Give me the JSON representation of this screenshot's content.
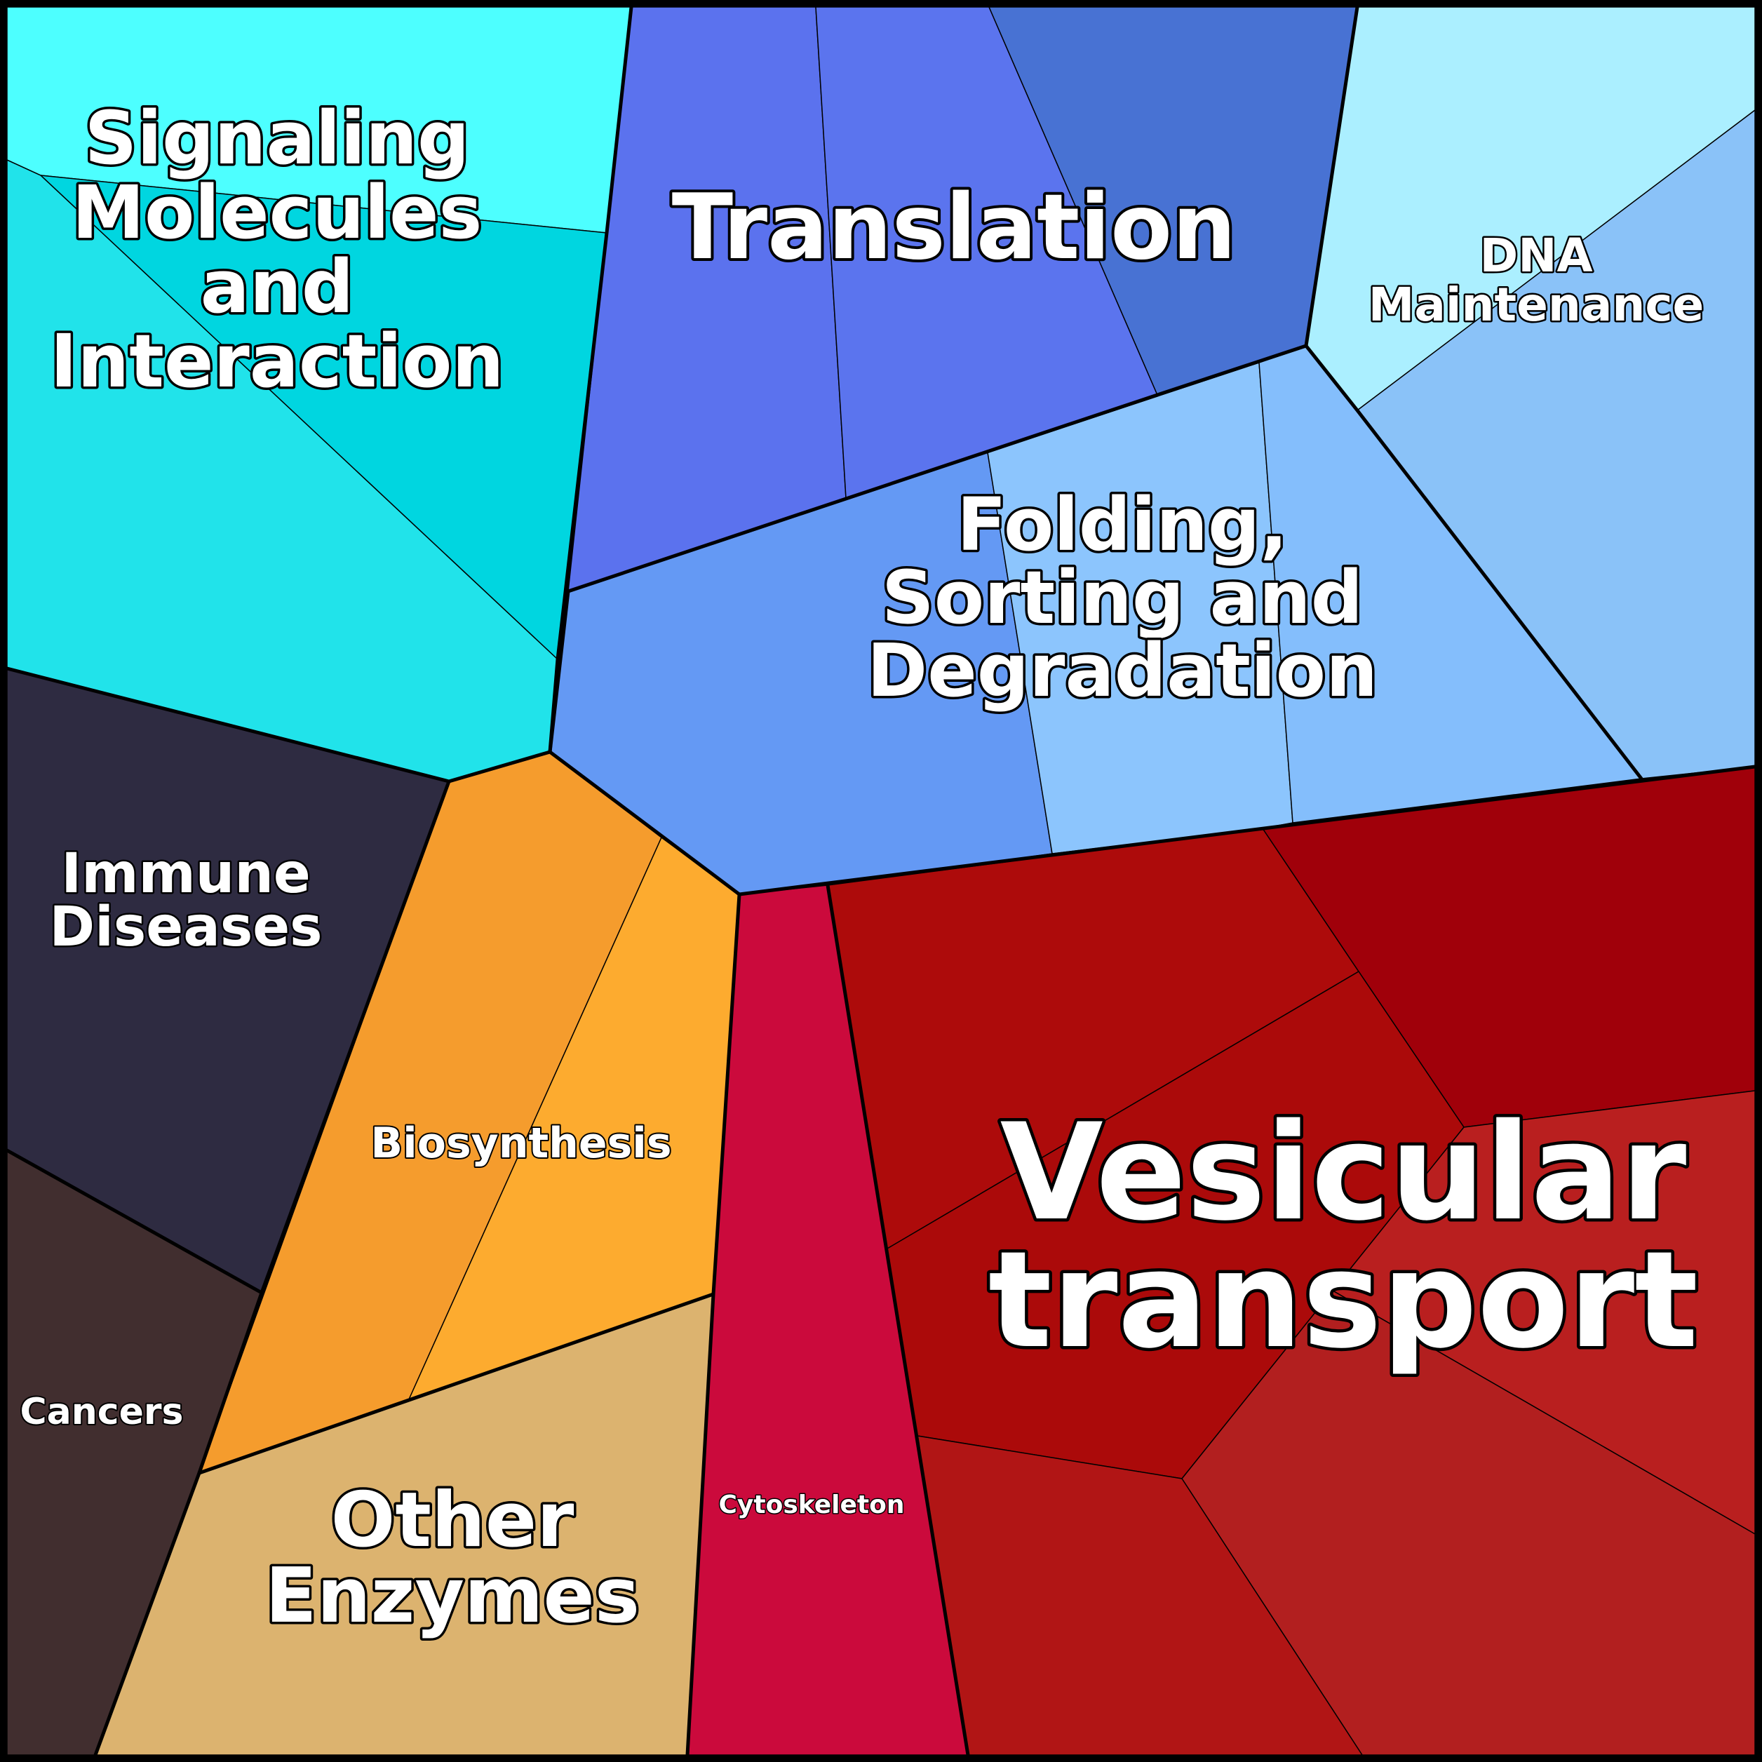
{
  "diagram": {
    "type": "voronoi-treemap",
    "background": "#000000",
    "categories": [
      {
        "key": "signaling",
        "name": "Signaling Molecules and Interaction",
        "lines": [
          "Signaling",
          "Molecules",
          "and",
          "Interaction"
        ],
        "colors": [
          "#4dffff",
          "#00d6e0",
          "#21e3ea"
        ]
      },
      {
        "key": "translation",
        "name": "Translation",
        "lines": [
          "Translation"
        ],
        "colors": [
          "#5b72ee",
          "#5b74ee",
          "#4872d3"
        ]
      },
      {
        "key": "dna",
        "name": "DNA Maintenance",
        "lines": [
          "DNA",
          "Maintenance"
        ],
        "colors": [
          "#abefff",
          "#8ac2f8"
        ]
      },
      {
        "key": "folding",
        "name": "Folding, Sorting and Degradation",
        "lines": [
          "Folding,",
          "Sorting and",
          "Degradation"
        ],
        "colors": [
          "#6499f4",
          "#8cc5fd",
          "#84befc"
        ]
      },
      {
        "key": "immune",
        "name": "Immune Diseases",
        "lines": [
          "Immune",
          "Diseases"
        ],
        "colors": [
          "#2e2b41"
        ]
      },
      {
        "key": "cancers",
        "name": "Cancers",
        "lines": [
          "Cancers"
        ],
        "colors": [
          "#412e2f"
        ]
      },
      {
        "key": "biosynthesis",
        "name": "Biosynthesis",
        "lines": [
          "Biosynthesis"
        ],
        "colors": [
          "#f59c2d",
          "#fdab2f"
        ]
      },
      {
        "key": "other_enzymes",
        "name": "Other Enzymes",
        "lines": [
          "Other",
          "Enzymes"
        ],
        "colors": [
          "#dcb36f"
        ]
      },
      {
        "key": "cytoskeleton",
        "name": "Cytoskeleton",
        "lines": [
          "Cytoskeleton"
        ],
        "colors": [
          "#cb0a3c"
        ]
      },
      {
        "key": "vesicular",
        "name": "Vesicular transport",
        "lines": [
          "Vesicular",
          "transport"
        ],
        "colors": [
          "#ad0b0b",
          "#a0000a",
          "#ab0a0a",
          "#b91f1f",
          "#b21f1f",
          "#b11515"
        ]
      }
    ]
  }
}
